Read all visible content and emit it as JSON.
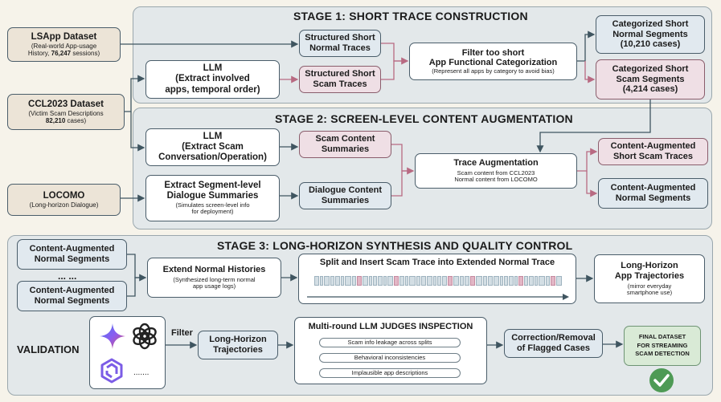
{
  "stage1": {
    "title": "STAGE 1: SHORT TRACE CONSTRUCTION",
    "lsapp": {
      "title": "LSApp Dataset",
      "desc1": "(Real-world App-usage",
      "desc2_pre": "History, ",
      "desc2_bold": "76,247",
      "desc2_post": " sessions)"
    },
    "llm": {
      "title": "LLM",
      "line2": "(Extract involved",
      "line3": "apps, temporal order)"
    },
    "normal_traces": {
      "line1": "Structured Short",
      "line2": "Normal Traces"
    },
    "scam_traces": {
      "line1": "Structured Short",
      "line2": "Scam Traces"
    },
    "filter": {
      "line1": "Filter too short",
      "line2": "App Functional Categorization",
      "desc": "(Represent all apps by category to avoid bias)"
    },
    "cat_normal": {
      "line1": "Categorized Short",
      "line2": "Normal Segments",
      "line3": "(10,210 cases)"
    },
    "cat_scam": {
      "line1": "Categorized Short",
      "line2": "Scam Segments",
      "line3": "(4,214 cases)"
    }
  },
  "ccl": {
    "title": "CCL2023 Dataset",
    "desc1": "(Victim Scam Descriptions",
    "desc2": "82,210",
    "desc3": " cases)"
  },
  "stage2": {
    "title": "STAGE 2: SCREEN-LEVEL CONTENT AUGMENTATION",
    "llm": {
      "title": "LLM",
      "line2": "(Extract Scam",
      "line3": "Conversation/Operation)"
    },
    "scam_summaries": {
      "line1": "Scam Content",
      "line2": "Summaries"
    },
    "extract": {
      "line1": "Extract Segment-level",
      "line2": "Dialogue Summaries",
      "desc1": "(Simulates screen-level info",
      "desc2": "for deployment)"
    },
    "dialogue_summaries": {
      "line1": "Dialogue Content",
      "line2": "Summaries"
    },
    "trace_aug": {
      "title": "Trace Augmentation",
      "desc1": "Scam content from CCL2023",
      "desc2": "Normal content from LOCOMO"
    },
    "aug_scam": {
      "line1": "Content-Augmented",
      "line2": "Short Scam Traces"
    },
    "aug_normal": {
      "line1": "Content-Augmented",
      "line2": "Normal Segments"
    }
  },
  "locomo": {
    "title": "LOCOMO",
    "desc": "(Long-horizon Dialogue)"
  },
  "stage3": {
    "title": "STAGE 3: LONG-HORIZON SYNTHESIS AND QUALITY CONTROL",
    "seg1": {
      "line1": "Content-Augmented",
      "line2": "Normal Segments"
    },
    "dots": "... ...",
    "seg2": {
      "line1": "Content-Augmented",
      "line2": "Normal Segments"
    },
    "extend": {
      "title": "Extend Normal Histories",
      "desc1": "(Synthesized long-term normal",
      "desc2": "app usage logs)"
    },
    "split": {
      "title": "Split and Insert Scam Trace into Extended Normal Trace"
    },
    "long_traj": {
      "line1": "Long-Horizon",
      "line2": "App Trajectories",
      "desc1": "(mirror everyday",
      "desc2": "smartphone use)"
    },
    "validation": "VALIDATION",
    "model_dots": ".......",
    "filter_label": "Filter",
    "lh_traj": {
      "line1": "Long-Horizon",
      "line2": "Trajectories"
    },
    "judges": {
      "title": "Multi-round LLM JUDGES INSPECTION",
      "items": [
        "Scam info leakage across splits",
        "Behavioral inconsistencies",
        "Implausible app descriptions"
      ]
    },
    "correction": {
      "line1": "Correction/Removal",
      "line2": "of Flagged Cases"
    },
    "final": {
      "line1": "FINAL DATASET",
      "line2": "FOR STREAMING",
      "line3": "SCAM DETECTION"
    }
  },
  "colors": {
    "normal": "#d3dee4",
    "scam": "#e2b6c5",
    "arrow_normal": "#3f5560",
    "arrow_scam": "#b86a82",
    "check": "#4e9a55"
  }
}
